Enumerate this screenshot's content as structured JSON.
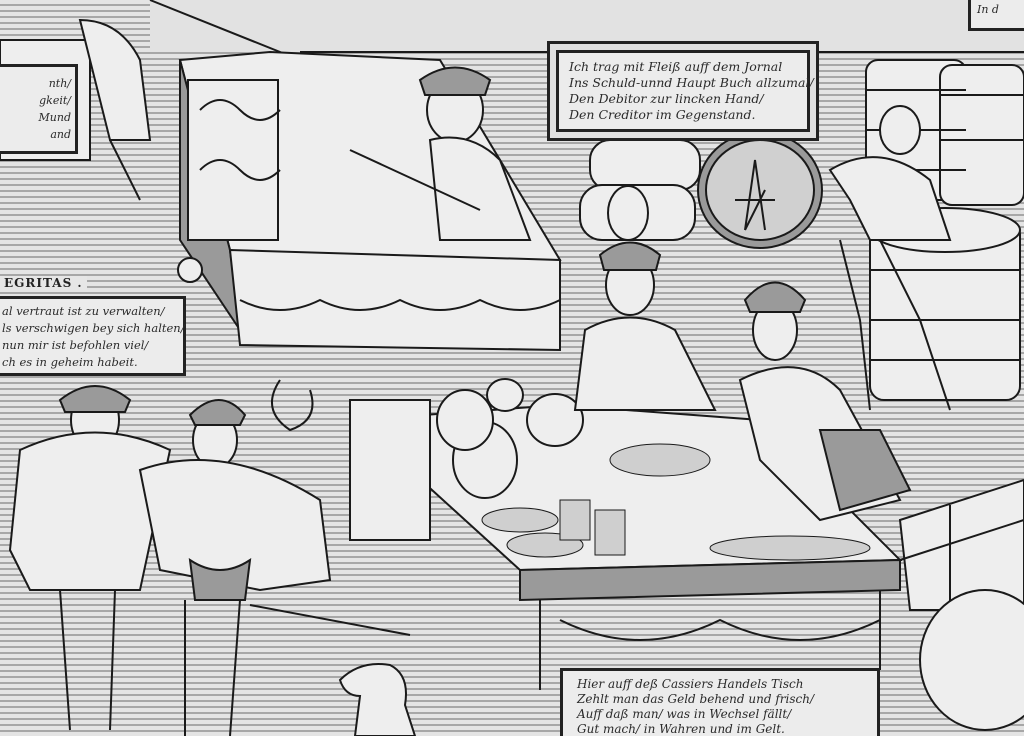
{
  "artwork": {
    "type": "woodcut engraving",
    "subject": "Renaissance merchant counting house with cashiers, bookkeeper, barrels and money sacks",
    "palette": {
      "ink": "#1a1a1a",
      "paper": "#e6e6e6",
      "hatch": "#6a6a6a"
    }
  },
  "inscriptions": {
    "top_cartouche": {
      "lines": [
        "Ich trag mit Fleiß auff dem Jornal",
        "Ins Schuld-unnd Haupt Buch allzumal/",
        "Den Debitor zur lincken Hand/",
        "Den Creditor im Gegenstand."
      ]
    },
    "bottom_cartouche": {
      "lines": [
        "Hier auff deß Cassiers Handels Tisch",
        "Zehlt man das Geld behend und frisch/",
        "Auff daß man/ was in Wechsel fällt/",
        "Gut mach/ in Wahren und im Gelt."
      ]
    },
    "left_heading": "EGRITAS .",
    "left_cartouche": {
      "lines": [
        "al vertraut ist zu verwalten/",
        "ls verschwigen bey sich halten/",
        "nun mir ist befohlen viel/",
        "ch es in geheim habeit."
      ]
    },
    "upper_left_cartouche": {
      "lines": [
        "nth/",
        "gkeit/",
        "Mund",
        "and"
      ]
    },
    "top_right_fragment": {
      "lines": [
        "In d"
      ]
    }
  },
  "scene_elements": [
    {
      "name": "bookkeeper-at-desk",
      "label": "Bookkeeper writing in journal"
    },
    {
      "name": "cashier-table",
      "label": "Cashier's table with coins and money bags"
    },
    {
      "name": "two-gentlemen",
      "label": "Two cloaked gentlemen conversing"
    },
    {
      "name": "barrels-with-merchant-mark",
      "label": "Barrels bearing merchant's mark"
    },
    {
      "name": "man-at-barrel",
      "label": "Man writing on barrel top"
    },
    {
      "name": "dog",
      "label": "Dog in foreground"
    },
    {
      "name": "bales",
      "label": "Roped bales of goods"
    }
  ]
}
